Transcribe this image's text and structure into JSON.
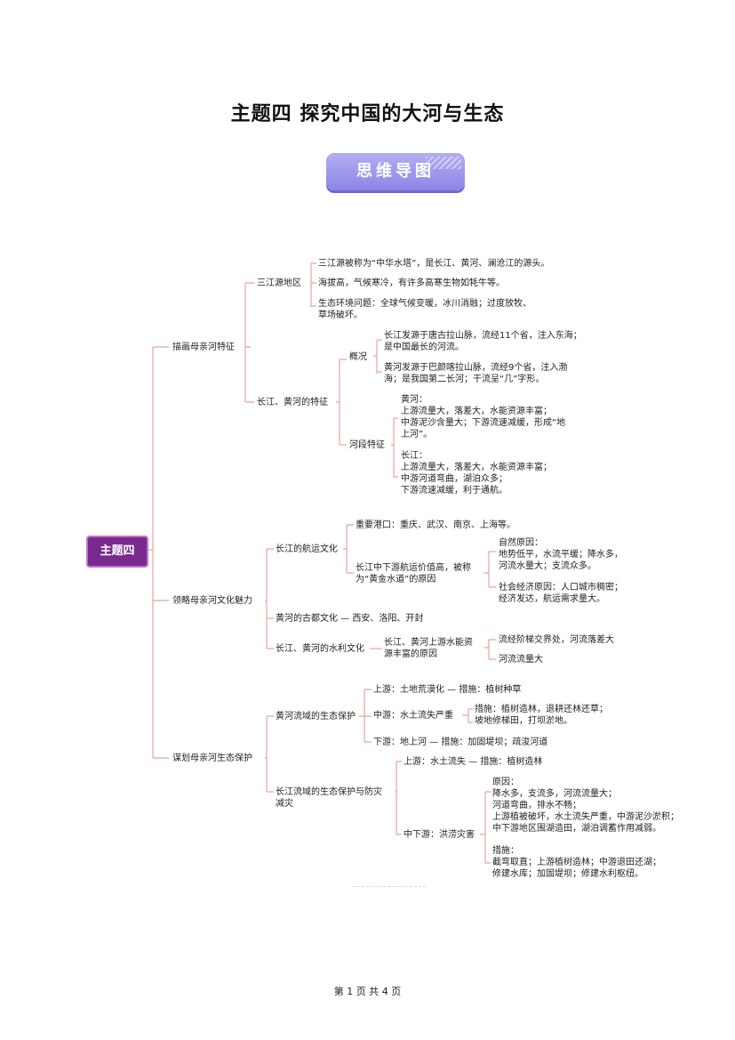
{
  "title": "主题四  探究中国的大河与生态",
  "badge": "思维导图",
  "root": "主题四",
  "branches": {
    "b1": {
      "label": "描画母亲河特征",
      "sanjiang": {
        "label": "三江源地区",
        "items": [
          "三江源被称为“中华水塔”，是长江、黄河、澜沧江的源头。",
          "海拔高，气候寒冷，有许多高寒生物如牦牛等。",
          "生态环境问题：全球气候变暖，冰川消融；过度放牧、",
          "草场破坏。"
        ]
      },
      "rivers": {
        "label": "长江、黄河的特征",
        "gaikuang": {
          "label": "概况",
          "items": [
            "长江发源于唐古拉山脉，流经11个省，注入东海；",
            "是中国最长的河流。",
            "黄河发源于巴颜喀拉山脉，流经9个省，注入渤",
            "海；是我国第二长河；干流呈“几”字形。"
          ]
        },
        "hedua": {
          "label": "河段特征",
          "huanghe": [
            "黄河：",
            "上游流量大，落差大，水能资源丰富；",
            "中游泥沙含量大；下游流速减缓，形成“地",
            "上河”。"
          ],
          "changjiang": [
            "长江：",
            "上游流量大，落差大，水能资源丰富；",
            "中游河道弯曲，湖泊众多；",
            "下游流速减缓，利于通航。"
          ]
        }
      }
    },
    "b2": {
      "label": "领略母亲河文化魅力",
      "hangyun": {
        "label": "长江的航运文化",
        "port": "重要港口：重庆、武汉、南京、上海等。",
        "value": [
          "长江中下游航运价值高，被称",
          "为“黄金水道”的原因"
        ],
        "natural": [
          "自然原因：",
          "地势低平，水流平缓；降水多，",
          "河流水量大；支流众多。"
        ],
        "social": [
          "社会经济原因：人口城市稠密；",
          "经济发达，航运需求量大。"
        ]
      },
      "gudu": "黄河的古都文化 — 西安、洛阳、开封",
      "shuili": {
        "label": "长江、黄河的水利文化",
        "reason": [
          "长江、黄河上游水能资",
          "源丰富的原因"
        ],
        "items": [
          "流经阶梯交界处，河流落差大",
          "河流流量大"
        ]
      }
    },
    "b3": {
      "label": "谋划母亲河生态保护",
      "huanghe": {
        "label": "黄河流域的生态保护",
        "upper": "上游：土地荒漠化 — 措施：植树种草",
        "middle": "中游：水土流失严重",
        "middle_measures": [
          "措施：植树造林，退耕还林还草；",
          "坡地修梯田，打坝淤地。"
        ],
        "lower": "下游：地上河 — 措施：加固堤坝；疏浚河道"
      },
      "changjiang": {
        "label": [
          "长江流域的生态保护与防灾",
          "减灾"
        ],
        "upper": "上游：水土流失 — 措施：植树造林",
        "midlower": "中下游：洪涝灾害",
        "causes": [
          "原因：",
          "降水多，支流多，河流流量大；",
          "河道弯曲，排水不畅；",
          "上游植被破坏，水土流失严重，中游泥沙淤积；",
          "中下游地区围湖造田，湖泊调蓄作用减弱。"
        ],
        "measures": [
          "措施：",
          "截弯取直；上游植树造林；中游退田还湖；",
          "修建水库；加固堤坝；修建水利枢纽。"
        ]
      }
    }
  },
  "footer": "第 1 页 共 4 页",
  "colors": {
    "line": "#e8a39d",
    "root_bg": "#7a2a8e",
    "badge": "#9b95ea"
  }
}
